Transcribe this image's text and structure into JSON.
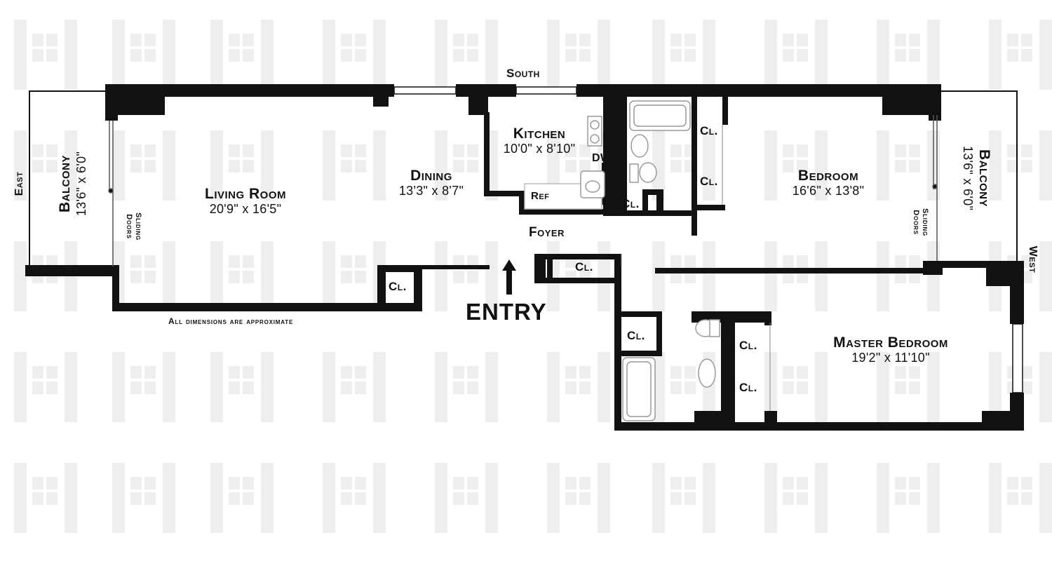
{
  "compass": {
    "south": "South",
    "east": "East",
    "west": "West"
  },
  "rooms": {
    "balcony_east": {
      "name": "Balcony",
      "dims": "13'6\" x 6'0\""
    },
    "living": {
      "name": "Living Room",
      "dims": "20'9\" x 16'5\""
    },
    "dining": {
      "name": "Dining",
      "dims": "13'3\" x 8'7\""
    },
    "kitchen": {
      "name": "Kitchen",
      "dims": "10'0\" x 8'10\""
    },
    "bedroom": {
      "name": "Bedroom",
      "dims": "16'6\" x 13'8\""
    },
    "balcony_west": {
      "name": "Balcony",
      "dims": "13'6\" x 6'0\""
    },
    "master": {
      "name": "Master Bedroom",
      "dims": "19'2\" x 11'10\""
    },
    "foyer": {
      "name": "Foyer"
    }
  },
  "fixtures": {
    "dw": "DW",
    "ref": "Ref"
  },
  "closet_label": "Cl.",
  "sliding_doors": [
    "Sliding",
    "Doors"
  ],
  "entry": "ENTRY",
  "note": "All dimensions are approximate",
  "colors": {
    "wall": "#111111",
    "watermark": "#eeeeee",
    "fixture": "#bbbbbb"
  }
}
